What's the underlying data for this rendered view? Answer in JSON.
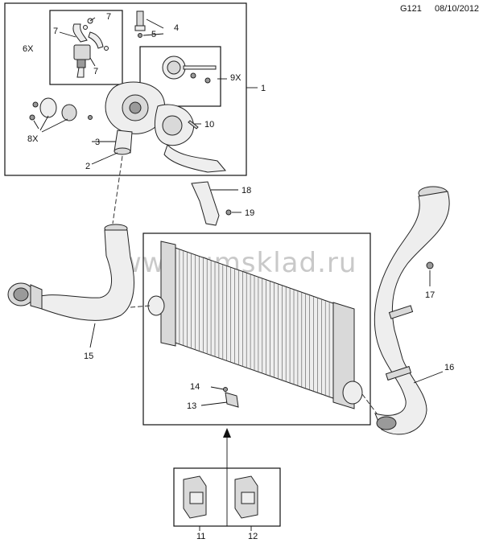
{
  "header": {
    "code": "G121",
    "date": "08/10/2012"
  },
  "watermark": "www.gmsklad.ru",
  "callouts": {
    "c1": "1",
    "c2": "2",
    "c3": "3",
    "c4": "4",
    "c5": "5",
    "c6x": "6X",
    "c7a": "7",
    "c7b": "7",
    "c7c": "7",
    "c8x": "8X",
    "c9x": "9X",
    "c10": "10",
    "c11": "11",
    "c12": "12",
    "c13": "13",
    "c14": "14",
    "c15": "15",
    "c16": "16",
    "c17": "17",
    "c18": "18",
    "c19": "19"
  }
}
